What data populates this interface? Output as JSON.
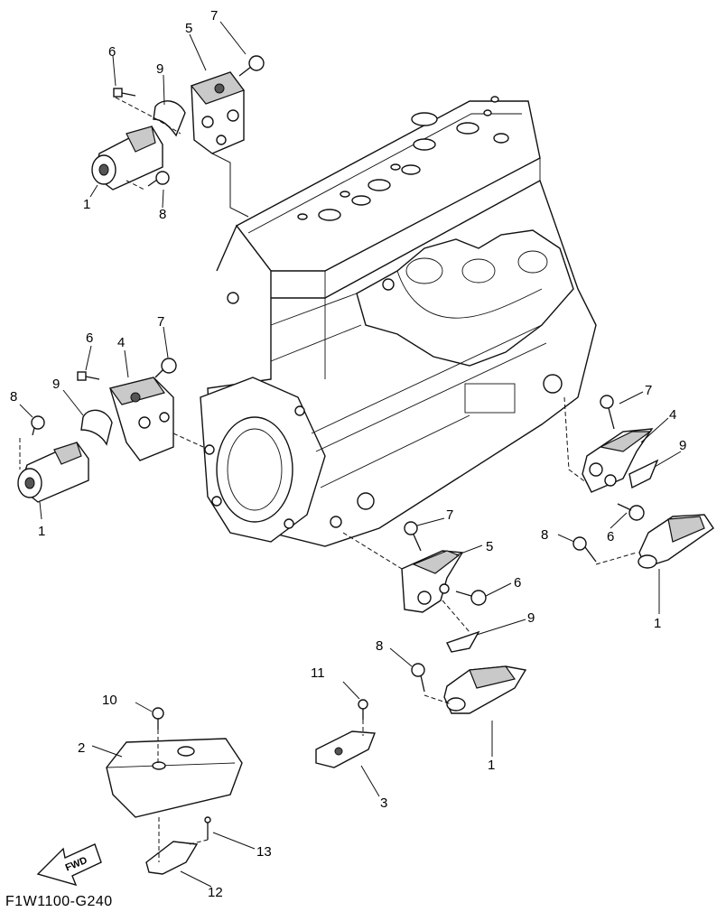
{
  "callouts": [
    {
      "id": "c7a",
      "label": "7"
    },
    {
      "id": "c5a",
      "label": "5"
    },
    {
      "id": "c6a",
      "label": "6"
    },
    {
      "id": "c9a",
      "label": "9"
    },
    {
      "id": "c8a",
      "label": "8"
    },
    {
      "id": "c1a",
      "label": "1"
    },
    {
      "id": "c6b",
      "label": "6"
    },
    {
      "id": "c4b",
      "label": "4"
    },
    {
      "id": "c7b",
      "label": "7"
    },
    {
      "id": "c8b",
      "label": "8"
    },
    {
      "id": "c9b",
      "label": "9"
    },
    {
      "id": "c1b",
      "label": "1"
    },
    {
      "id": "c7c",
      "label": "7"
    },
    {
      "id": "c4c",
      "label": "4"
    },
    {
      "id": "c9c",
      "label": "9"
    },
    {
      "id": "c8c",
      "label": "8"
    },
    {
      "id": "c6c",
      "label": "6"
    },
    {
      "id": "c1c",
      "label": "1"
    },
    {
      "id": "c7d",
      "label": "7"
    },
    {
      "id": "c5d",
      "label": "5"
    },
    {
      "id": "c6d",
      "label": "6"
    },
    {
      "id": "c9d",
      "label": "9"
    },
    {
      "id": "c8d",
      "label": "8"
    },
    {
      "id": "c1d",
      "label": "1"
    },
    {
      "id": "c11",
      "label": "11"
    },
    {
      "id": "c3",
      "label": "3"
    },
    {
      "id": "c10",
      "label": "10"
    },
    {
      "id": "c2",
      "label": "2"
    },
    {
      "id": "c13",
      "label": "13"
    },
    {
      "id": "c12",
      "label": "12"
    }
  ],
  "fwd_label": "FWD",
  "diagram_code": "F1W1100-G240"
}
